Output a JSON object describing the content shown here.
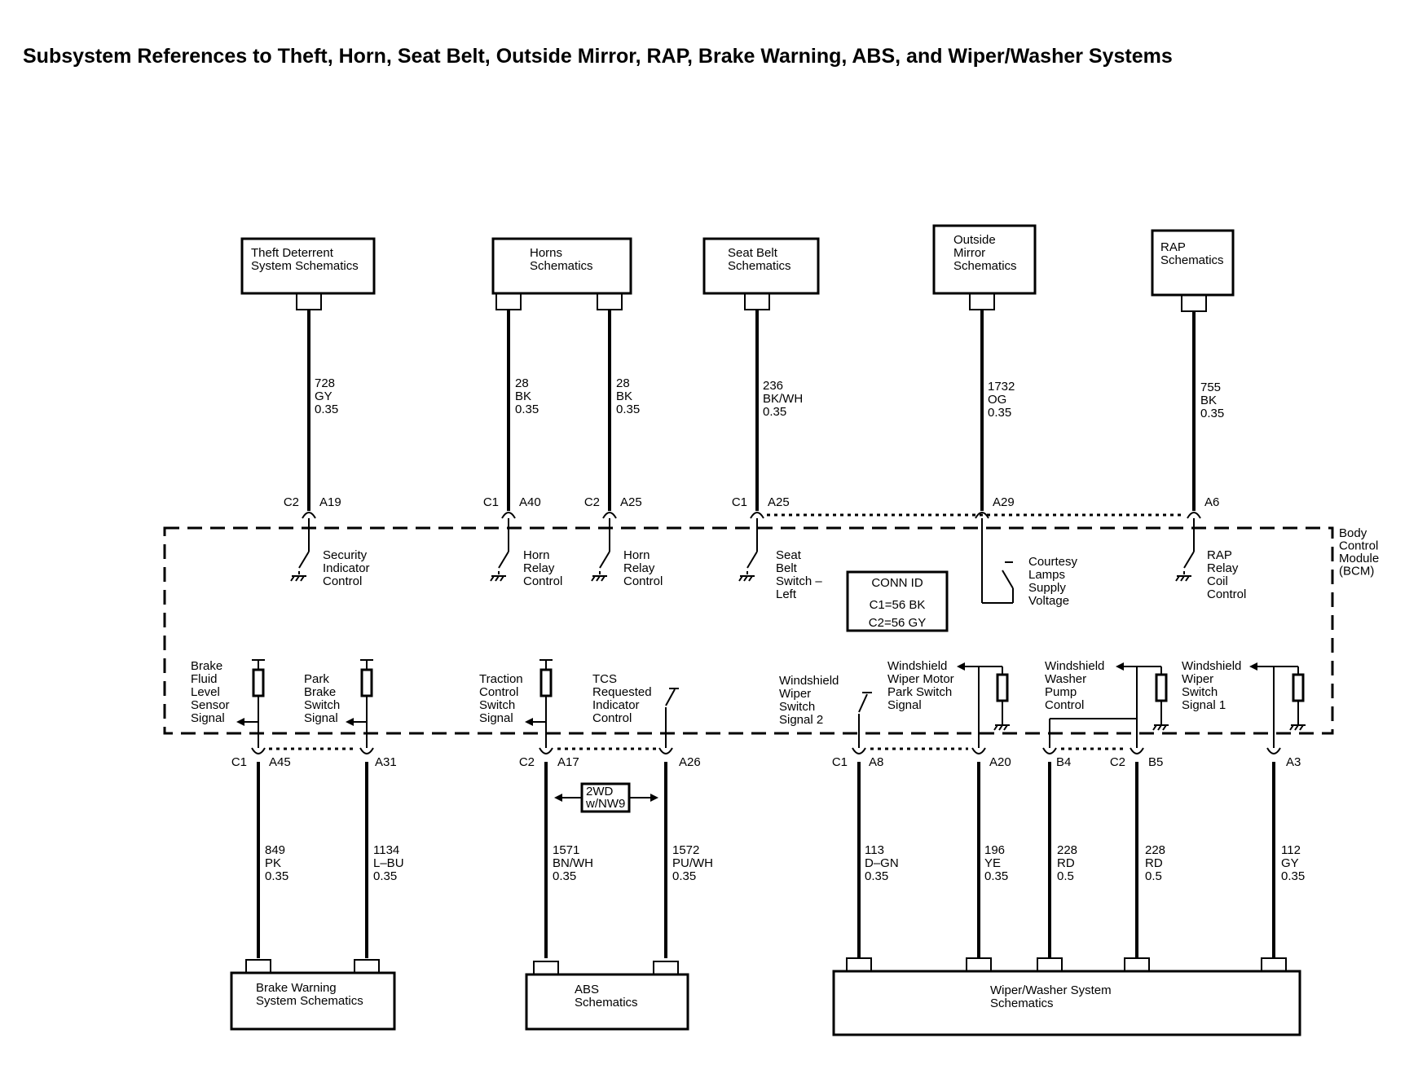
{
  "title": "Subsystem References to Theft, Horn, Seat Belt, Outside Mirror, RAP, Brake Warning, ABS, and Wiper/Washer Systems",
  "module": {
    "label": [
      "Body",
      "Control",
      "Module",
      "(BCM)"
    ]
  },
  "conn_id": {
    "header": "CONN ID",
    "lines": [
      "C1=56 BK",
      "C2=56 GY"
    ]
  },
  "top_boxes": [
    {
      "id": "theft",
      "lines": [
        "Theft Deterrent",
        "System Schematics"
      ]
    },
    {
      "id": "horns",
      "lines": [
        "Horns",
        "Schematics"
      ]
    },
    {
      "id": "seat_belt",
      "lines": [
        "Seat Belt",
        "Schematics"
      ]
    },
    {
      "id": "outside_mirror",
      "lines": [
        "Outside",
        "Mirror",
        "Schematics"
      ]
    },
    {
      "id": "rap",
      "lines": [
        "RAP",
        "Schematics"
      ]
    }
  ],
  "bottom_boxes": [
    {
      "id": "brake_warning",
      "lines": [
        "Brake Warning",
        "System Schematics"
      ]
    },
    {
      "id": "abs",
      "lines": [
        "ABS",
        "Schematics"
      ]
    },
    {
      "id": "wiper_washer",
      "lines": [
        "Wiper/Washer System",
        "Schematics"
      ]
    }
  ],
  "top_circuits": [
    {
      "id": "theft",
      "connector": "C2",
      "pin": "A19",
      "wire": [
        "728",
        "GY",
        "0.35"
      ],
      "function": [
        "Security",
        "Indicator",
        "Control"
      ]
    },
    {
      "id": "horn1",
      "connector": "C1",
      "pin": "A40",
      "wire": [
        "28",
        "BK",
        "0.35"
      ],
      "function": [
        "Horn",
        "Relay",
        "Control"
      ]
    },
    {
      "id": "horn2",
      "connector": "C2",
      "pin": "A25",
      "wire": [
        "28",
        "BK",
        "0.35"
      ],
      "function": [
        "Horn",
        "Relay",
        "Control"
      ]
    },
    {
      "id": "seat_belt",
      "connector": "C1",
      "pin": "A25",
      "wire": [
        "236",
        "BK/WH",
        "0.35"
      ],
      "function": [
        "Seat",
        "Belt",
        "Switch –",
        "Left"
      ]
    },
    {
      "id": "mirror",
      "connector": "",
      "pin": "A29",
      "wire": [
        "1732",
        "OG",
        "0.35"
      ],
      "function": [
        "Courtesy",
        "Lamps",
        "Supply",
        "Voltage"
      ]
    },
    {
      "id": "rap",
      "connector": "",
      "pin": "A6",
      "wire": [
        "755",
        "BK",
        "0.35"
      ],
      "function": [
        "RAP",
        "Relay",
        "Coil",
        "Control"
      ]
    }
  ],
  "bottom_circuits": [
    {
      "id": "brake_fluid",
      "connector": "C1",
      "pin": "A45",
      "wire": [
        "849",
        "PK",
        "0.35"
      ],
      "function": [
        "Brake",
        "Fluid",
        "Level",
        "Sensor",
        "Signal"
      ]
    },
    {
      "id": "park_brake",
      "connector": "",
      "pin": "A31",
      "wire": [
        "1134",
        "L–BU",
        "0.35"
      ],
      "function": [
        "Park",
        "Brake",
        "Switch",
        "Signal"
      ]
    },
    {
      "id": "traction",
      "connector": "C2",
      "pin": "A17",
      "wire": [
        "1571",
        "BN/WH",
        "0.35"
      ],
      "function": [
        "Traction",
        "Control",
        "Switch",
        "Signal"
      ]
    },
    {
      "id": "tcs",
      "connector": "",
      "pin": "A26",
      "wire": [
        "1572",
        "PU/WH",
        "0.35"
      ],
      "function": [
        "TCS",
        "Requested",
        "Indicator",
        "Control"
      ]
    },
    {
      "id": "wiper_sw2",
      "connector": "C1",
      "pin": "A8",
      "wire": [
        "113",
        "D–GN",
        "0.35"
      ],
      "function": [
        "Windshield",
        "Wiper",
        "Switch",
        "Signal 2"
      ]
    },
    {
      "id": "wiper_park",
      "connector": "",
      "pin": "A20",
      "wire": [
        "196",
        "YE",
        "0.35"
      ],
      "function": [
        "Windshield",
        "Wiper Motor",
        "Park Switch",
        "Signal"
      ]
    },
    {
      "id": "washer_pump",
      "connector": "",
      "pin": "B4",
      "wire": [
        "228",
        "RD",
        "0.5"
      ],
      "function": [
        "Windshield",
        "Washer",
        "Pump",
        "Control"
      ]
    },
    {
      "id": "washer_pump_b5",
      "connector": "C2",
      "pin": "B5",
      "wire": [
        "228",
        "RD",
        "0.5"
      ],
      "function": []
    },
    {
      "id": "wiper_sw1",
      "connector": "",
      "pin": "A3",
      "wire": [
        "112",
        "GY",
        "0.35"
      ],
      "function": [
        "Windshield",
        "Wiper",
        "Switch",
        "Signal 1"
      ]
    }
  ],
  "option_label": [
    "2WD",
    "w/NW9"
  ]
}
